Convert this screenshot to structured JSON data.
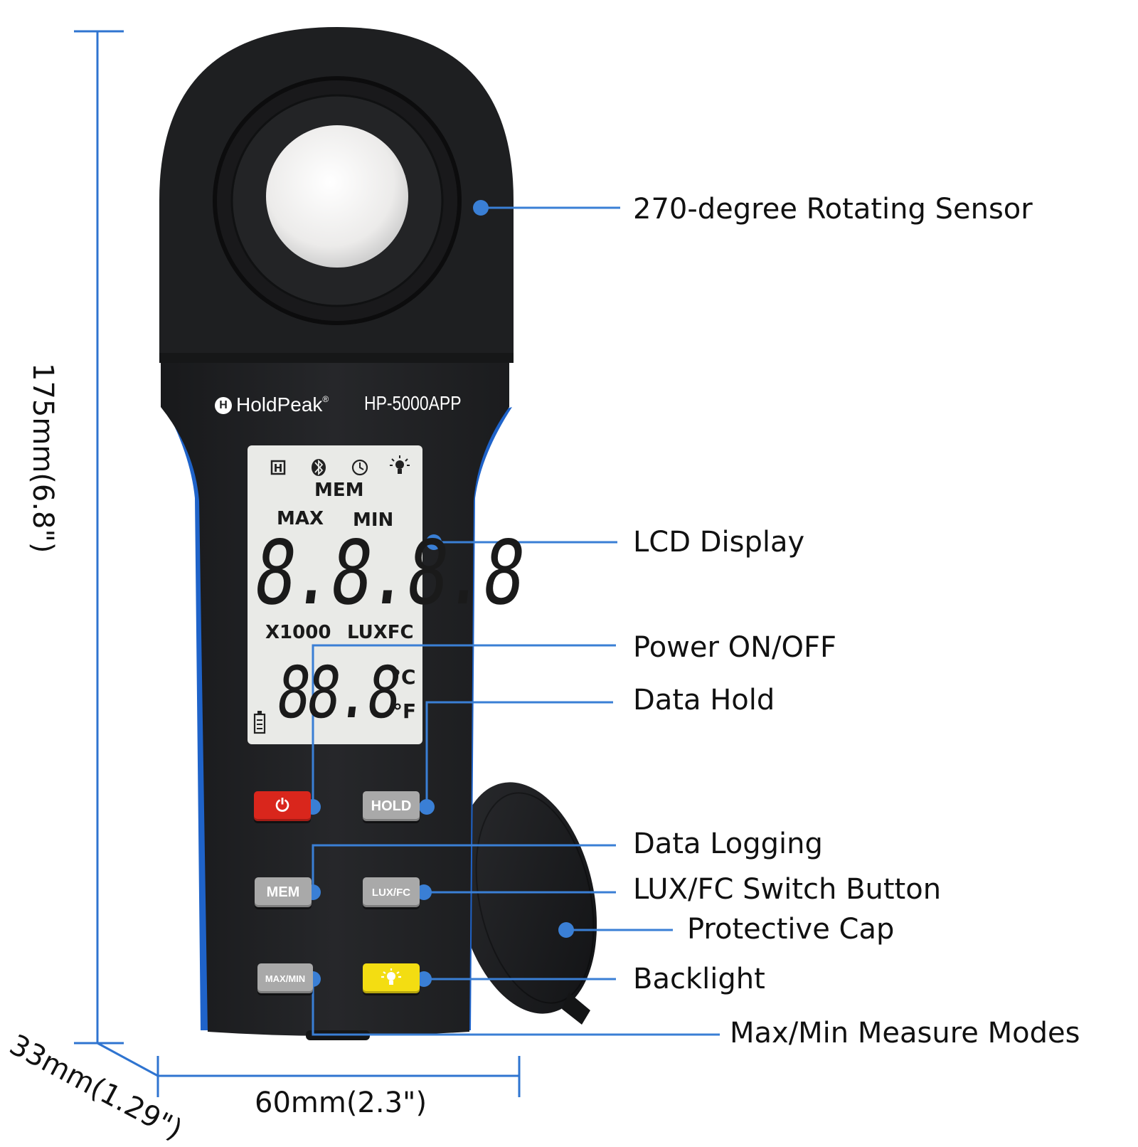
{
  "dimensions": {
    "height": "175mm(6.8\")",
    "width": "60mm(2.3\")",
    "depth": "33mm(1.29\")"
  },
  "device": {
    "brand": "HoldPeak",
    "brand_mark": "®",
    "model": "HP-5000APP",
    "lcd": {
      "icons": [
        "H",
        "bluetooth-icon",
        "clock-icon",
        "backlight-icon"
      ],
      "mem": "MEM",
      "max": "MAX",
      "min": "MIN",
      "main_digits": "8.8.8.8",
      "multiplier": "X1000",
      "unit": "LUXFC",
      "temp_digits": "88.8",
      "celsius": "°C",
      "fahrenheit": "°F"
    },
    "buttons": {
      "power": "⏻",
      "hold": "HOLD",
      "mem": "MEM",
      "luxfc": "LUX/FC",
      "maxmin": "MAX/MIN",
      "backlight": "backlight-icon"
    }
  },
  "callouts": {
    "sensor": "270-degree Rotating Sensor",
    "lcd": "LCD Display",
    "power": "Power ON/OFF",
    "hold": "Data Hold",
    "logging": "Data Logging",
    "luxfc": "LUX/FC Switch Button",
    "cap": "Protective Cap",
    "backlight": "Backlight",
    "maxmin": "Max/Min Measure Modes"
  },
  "colors": {
    "callout_line": "#3a7fd5",
    "dimension_line": "#2f74d0",
    "body": "#1f2022",
    "accent_blue": "#1f63c9",
    "power_button": "#d9261c",
    "backlight_button": "#f3dd12",
    "gray_button": "#a9a9a9",
    "lcd": "#e9eae7"
  }
}
